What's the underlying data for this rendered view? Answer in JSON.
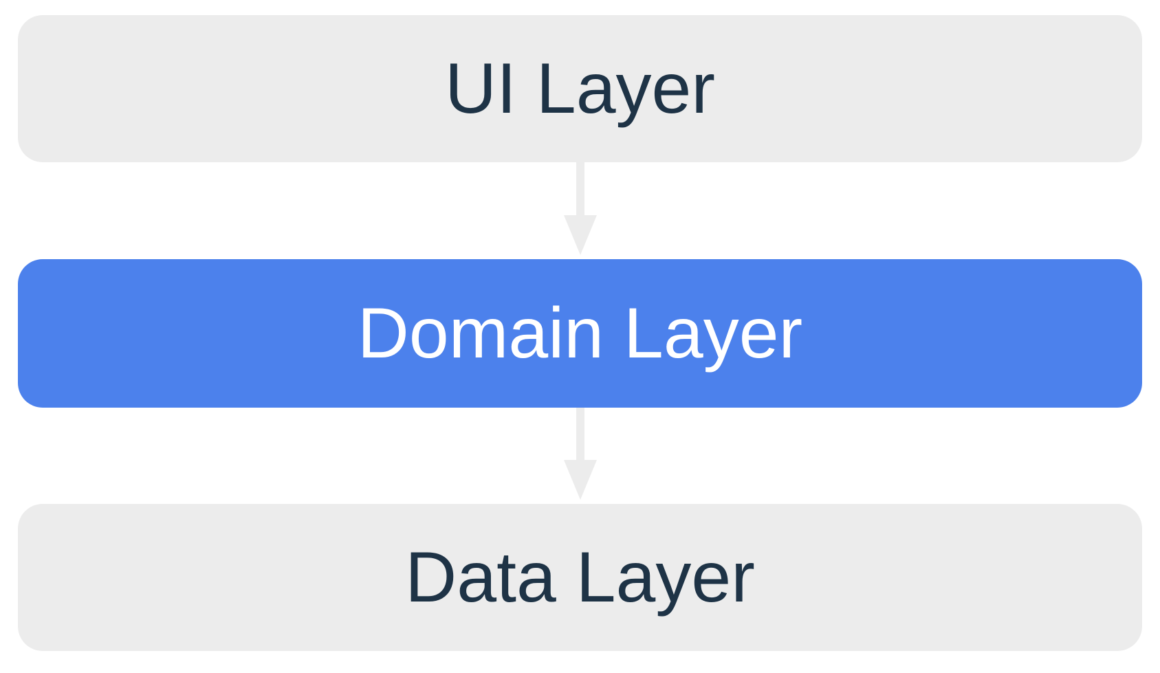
{
  "diagram": {
    "layers": [
      {
        "id": "ui-layer",
        "label": "UI Layer",
        "variant": "neutral"
      },
      {
        "id": "domain-layer",
        "label": "Domain Layer",
        "variant": "accent"
      },
      {
        "id": "data-layer",
        "label": "Data Layer",
        "variant": "neutral"
      }
    ],
    "arrows": [
      {
        "from": "ui-layer",
        "to": "domain-layer",
        "direction": "down"
      },
      {
        "from": "domain-layer",
        "to": "data-layer",
        "direction": "down"
      }
    ],
    "colors": {
      "background": "#ffffff",
      "box_neutral_bg": "#ececec",
      "box_accent_bg": "#4c81ec",
      "text_dark": "#1e3346",
      "text_light": "#ffffff",
      "arrow": "#ececec"
    }
  }
}
